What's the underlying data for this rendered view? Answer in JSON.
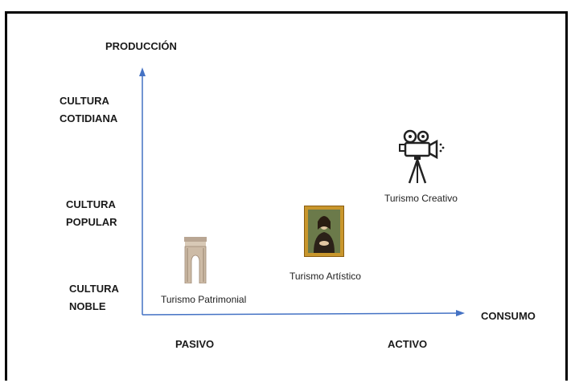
{
  "axes": {
    "y_title": "PRODUCCIÓN",
    "x_title": "CONSUMO",
    "y_levels": [
      [
        "CULTURA",
        "COTIDIANA"
      ],
      [
        "CULTURA",
        "POPULAR"
      ],
      [
        "CULTURA",
        "NOBLE"
      ]
    ],
    "x_levels": [
      "PASIVO",
      "ACTIVO"
    ],
    "axis_color": "#4472c4"
  },
  "items": [
    {
      "label": "Turismo Patrimonial",
      "icon": "triumphal-arch-icon"
    },
    {
      "label": "Turismo Artístico",
      "icon": "framed-portrait-icon"
    },
    {
      "label": "Turismo Creativo",
      "icon": "film-camera-icon"
    }
  ]
}
